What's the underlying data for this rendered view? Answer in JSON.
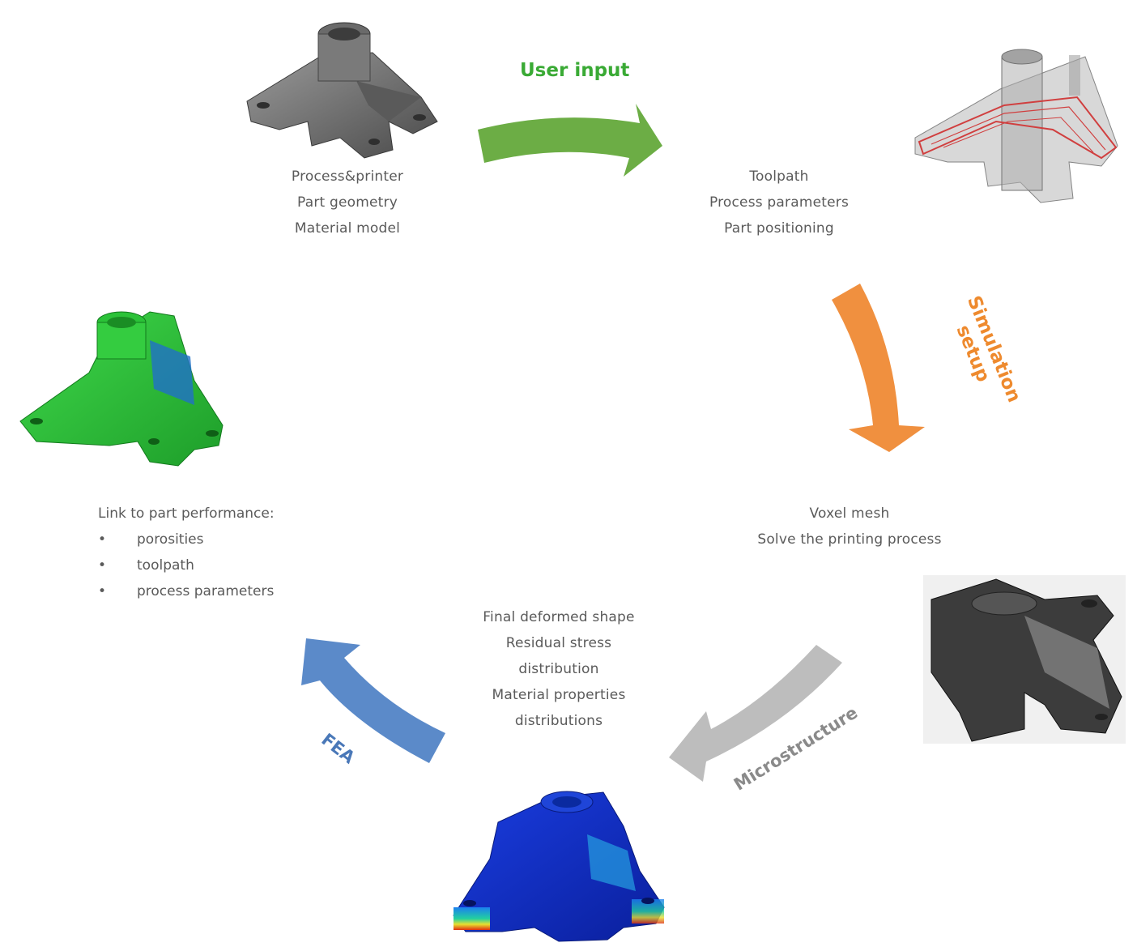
{
  "labels": {
    "user_input": "User input",
    "simulation_line1": "Simulation",
    "simulation_line2": "setup",
    "microstructure": "Microstructure",
    "fea": "FEA"
  },
  "colors": {
    "user_input": "#3aaa35",
    "user_arrow": "#6cad45",
    "simulation": "#ee8a2e",
    "sim_arrow": "#f0903f",
    "microstructure": "#8a8a8a",
    "micro_arrow": "#bdbdbd",
    "fea": "#4a78b8",
    "fea_arrow": "#5b8ac9"
  },
  "blocks": {
    "top_left": [
      "Process&printer",
      "Part geometry",
      "Material model"
    ],
    "top_right": [
      "Toolpath",
      "Process parameters",
      "Part positioning"
    ],
    "right": [
      "Voxel mesh",
      "Solve the printing process"
    ],
    "bottom": [
      "Final deformed shape",
      "Residual stress",
      "distribution",
      "Material properties",
      "distributions"
    ]
  },
  "performance": {
    "heading": "Link to part performance:",
    "bullet_symbol": "•",
    "items": [
      "porosities",
      "toolpath",
      "process parameters"
    ]
  },
  "images": {
    "gray_part": "gray-part-icon",
    "toolpath_part": "toolpath-part-icon",
    "voxel_part": "voxel-part-icon",
    "stress_part": "stress-part-icon",
    "performance_part": "performance-part-icon"
  }
}
